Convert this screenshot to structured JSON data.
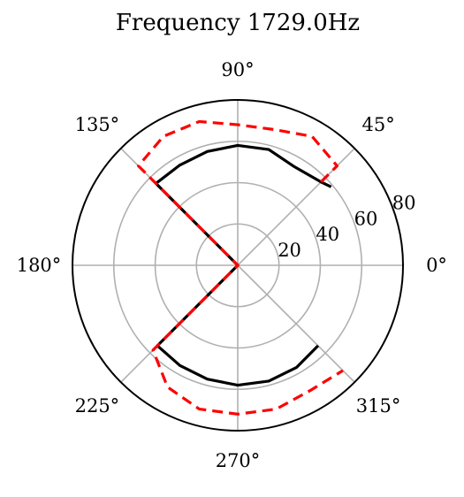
{
  "chart_data": {
    "type": "polar-line",
    "title": "Frequency 1729.0Hz",
    "theta_unit": "degrees",
    "theta_tick_labels": [
      {
        "angle": 0,
        "text": "0°"
      },
      {
        "angle": 45,
        "text": "45°"
      },
      {
        "angle": 90,
        "text": "90°"
      },
      {
        "angle": 135,
        "text": "135°"
      },
      {
        "angle": 180,
        "text": "180°"
      },
      {
        "angle": 225,
        "text": "225°"
      },
      {
        "angle": 270,
        "text": "270°"
      },
      {
        "angle": 315,
        "text": "315°"
      }
    ],
    "r_ticks": [
      20,
      40,
      60,
      80
    ],
    "r_tick_labels": [
      "20",
      "40",
      "60",
      "80"
    ],
    "rlim": [
      0,
      80
    ],
    "grid": true,
    "legend": "none",
    "series": [
      {
        "color": "#000000",
        "linestyle": "solid",
        "points": [
          [
            40,
            59
          ],
          [
            45,
            57
          ],
          [
            60,
            55
          ],
          [
            75,
            58
          ],
          [
            90,
            58
          ],
          [
            105,
            57
          ],
          [
            120,
            56
          ],
          [
            135,
            56
          ],
          [
            225,
            0
          ],
          [
            225,
            55
          ],
          [
            240,
            56
          ],
          [
            255,
            57
          ],
          [
            270,
            58
          ],
          [
            285,
            58
          ],
          [
            300,
            57
          ],
          [
            315,
            55
          ]
        ]
      },
      {
        "color": "#ff0000",
        "linestyle": "dashed",
        "points": [
          [
            45,
            57
          ],
          [
            45,
            68
          ],
          [
            60,
            72
          ],
          [
            75,
            68
          ],
          [
            90,
            68
          ],
          [
            105,
            72
          ],
          [
            120,
            72
          ],
          [
            135,
            68
          ],
          [
            225,
            0
          ],
          [
            225,
            58
          ],
          [
            240,
            68
          ],
          [
            255,
            72
          ],
          [
            270,
            72
          ],
          [
            285,
            72
          ],
          [
            300,
            70
          ],
          [
            315,
            72
          ]
        ]
      }
    ]
  }
}
